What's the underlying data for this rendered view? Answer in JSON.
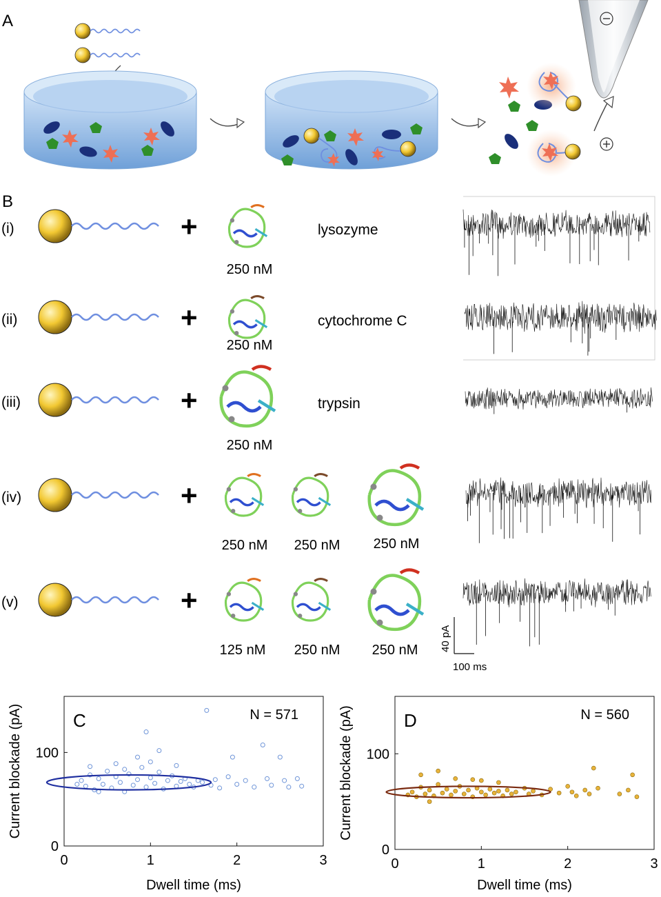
{
  "panel_a": {
    "label": "A",
    "minus": "⊖",
    "plus": "⊕"
  },
  "panel_b": {
    "label": "B",
    "rows": [
      {
        "roman": "(i)",
        "plus": "+",
        "protein": "lysozyme",
        "concs": [
          "250 nM"
        ]
      },
      {
        "roman": "(ii)",
        "plus": "+",
        "protein": "cytochrome C",
        "concs": [
          "250 nM"
        ]
      },
      {
        "roman": "(iii)",
        "plus": "+",
        "protein": "trypsin",
        "concs": [
          "250 nM"
        ]
      },
      {
        "roman": "(iv)",
        "plus": "+",
        "protein": "",
        "concs": [
          "250 nM",
          "250 nM",
          "250 nM"
        ]
      },
      {
        "roman": "(v)",
        "plus": "+",
        "protein": "",
        "concs": [
          "125 nM",
          "250 nM",
          "250 nM"
        ]
      }
    ],
    "scale": {
      "y": "40 pA",
      "x": "100 ms"
    }
  },
  "chart_data": [
    {
      "type": "scatter",
      "panel": "C",
      "annotation": "N = 571",
      "xlabel": "Dwell time (ms)",
      "ylabel": "Current blockade (pA)",
      "xlim": [
        0,
        3
      ],
      "ylim": [
        0,
        160
      ],
      "xticks": [
        "0",
        "1",
        "2",
        "3"
      ],
      "yticks": [
        "0",
        "100"
      ],
      "marker_color": "#6f95d8",
      "ellipse_color": "#1f2fa0",
      "ellipse": {
        "cx": 0.75,
        "cy": 68,
        "rx": 0.95,
        "ry": 8
      },
      "points": [
        [
          0.2,
          70
        ],
        [
          0.25,
          64
        ],
        [
          0.3,
          76
        ],
        [
          0.35,
          60
        ],
        [
          0.4,
          72
        ],
        [
          0.45,
          66
        ],
        [
          0.5,
          80
        ],
        [
          0.55,
          62
        ],
        [
          0.6,
          74
        ],
        [
          0.65,
          68
        ],
        [
          0.7,
          58
        ],
        [
          0.75,
          77
        ],
        [
          0.8,
          65
        ],
        [
          0.85,
          71
        ],
        [
          0.9,
          84
        ],
        [
          0.95,
          63
        ],
        [
          1.0,
          73
        ],
        [
          1.05,
          67
        ],
        [
          1.1,
          79
        ],
        [
          1.15,
          61
        ],
        [
          1.2,
          70
        ],
        [
          1.25,
          75
        ],
        [
          1.3,
          64
        ],
        [
          1.35,
          69
        ],
        [
          1.4,
          72
        ],
        [
          1.45,
          66
        ],
        [
          1.5,
          63
        ],
        [
          1.55,
          70
        ],
        [
          1.6,
          68
        ],
        [
          1.65,
          145
        ],
        [
          1.7,
          65
        ],
        [
          1.75,
          71
        ],
        [
          1.8,
          62
        ],
        [
          1.9,
          74
        ],
        [
          1.95,
          95
        ],
        [
          2.0,
          66
        ],
        [
          2.1,
          70
        ],
        [
          2.2,
          63
        ],
        [
          2.3,
          108
        ],
        [
          2.35,
          72
        ],
        [
          2.4,
          65
        ],
        [
          2.5,
          95
        ],
        [
          2.55,
          70
        ],
        [
          2.6,
          63
        ],
        [
          2.7,
          72
        ],
        [
          2.75,
          64
        ],
        [
          0.95,
          122
        ],
        [
          1.1,
          102
        ],
        [
          0.3,
          85
        ],
        [
          0.6,
          88
        ],
        [
          0.85,
          95
        ],
        [
          0.15,
          66
        ],
        [
          0.4,
          58
        ],
        [
          0.7,
          82
        ],
        [
          1.3,
          86
        ],
        [
          1.0,
          90
        ]
      ]
    },
    {
      "type": "scatter",
      "panel": "D",
      "annotation": "N = 560",
      "xlabel": "Dwell time (ms)",
      "ylabel": "Current blockade (pA)",
      "xlim": [
        0,
        3
      ],
      "ylim": [
        0,
        160
      ],
      "xticks": [
        "0",
        "1",
        "2",
        "3"
      ],
      "yticks": [
        "0",
        "100"
      ],
      "marker_color": "#e8b33a",
      "ellipse_color": "#7a2a10",
      "ellipse": {
        "cx": 0.85,
        "cy": 60,
        "rx": 0.95,
        "ry": 6
      },
      "points": [
        [
          0.2,
          60
        ],
        [
          0.25,
          55
        ],
        [
          0.3,
          65
        ],
        [
          0.35,
          58
        ],
        [
          0.4,
          62
        ],
        [
          0.45,
          56
        ],
        [
          0.5,
          68
        ],
        [
          0.55,
          59
        ],
        [
          0.6,
          63
        ],
        [
          0.65,
          57
        ],
        [
          0.7,
          61
        ],
        [
          0.75,
          66
        ],
        [
          0.8,
          58
        ],
        [
          0.85,
          62
        ],
        [
          0.9,
          55
        ],
        [
          0.95,
          64
        ],
        [
          1.0,
          60
        ],
        [
          1.05,
          57
        ],
        [
          1.1,
          63
        ],
        [
          1.15,
          59
        ],
        [
          1.2,
          61
        ],
        [
          1.25,
          56
        ],
        [
          1.3,
          62
        ],
        [
          1.35,
          58
        ],
        [
          1.4,
          60
        ],
        [
          1.5,
          64
        ],
        [
          1.55,
          58
        ],
        [
          1.6,
          61
        ],
        [
          1.7,
          57
        ],
        [
          1.8,
          63
        ],
        [
          1.9,
          59
        ],
        [
          2.0,
          66
        ],
        [
          2.05,
          60
        ],
        [
          2.1,
          56
        ],
        [
          2.2,
          62
        ],
        [
          2.25,
          58
        ],
        [
          2.3,
          85
        ],
        [
          2.35,
          64
        ],
        [
          2.6,
          58
        ],
        [
          2.7,
          62
        ],
        [
          2.75,
          78
        ],
        [
          2.8,
          55
        ],
        [
          0.3,
          78
        ],
        [
          0.5,
          82
        ],
        [
          0.7,
          74
        ],
        [
          1.0,
          72
        ],
        [
          0.4,
          50
        ],
        [
          0.9,
          73
        ],
        [
          1.2,
          70
        ],
        [
          0.15,
          57
        ]
      ]
    }
  ],
  "colors": {
    "bead": "#f2c832",
    "dna": "#6f8fe0",
    "protein_star": "#ee6f55",
    "pentagon": "#2f8f2a",
    "ellipse_dark": "#1a2f7a",
    "trace": "#111111"
  }
}
